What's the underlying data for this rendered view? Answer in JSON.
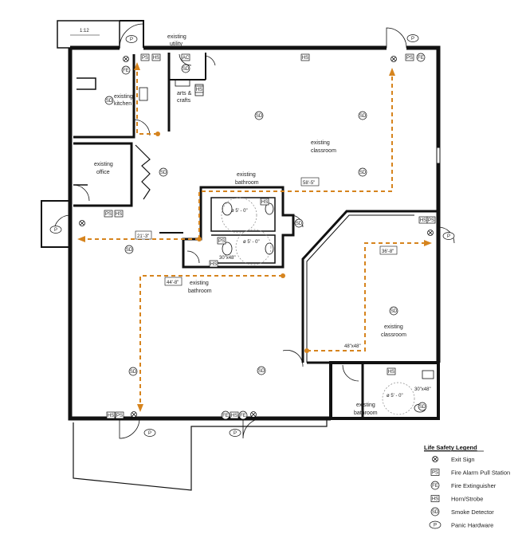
{
  "scale": "1:12",
  "rooms": {
    "utility": [
      "existing",
      "utility"
    ],
    "kitchen": [
      "existing",
      "kitchen"
    ],
    "arts": [
      "arts &",
      "crafts"
    ],
    "classroom1": [
      "existing",
      "classroom"
    ],
    "office": [
      "existing",
      "office"
    ],
    "bathroom_top": [
      "existing",
      "bathroom"
    ],
    "bathroom_mid": [
      "existing",
      "bathroom"
    ],
    "classroom2": [
      "existing",
      "classroom"
    ],
    "bathroom_right": [
      "existing",
      "bathroom"
    ]
  },
  "dimensions": {
    "d1": "58'-5\"",
    "d2": "21'-3\"",
    "d3": "44'-8\"",
    "d4": "36'-8\"",
    "d5": "48\"x48\"",
    "clear1": "ø 5' - 0\"",
    "clear2": "ø 5' - 0\"",
    "clear3": "ø 5' - 0\"",
    "fix1": "30\"x48\"",
    "fix2": "30\"x48\""
  },
  "symbols": {
    "ps": "PS",
    "hs": "HS",
    "fe": "FE",
    "sd": "SD",
    "p": "P",
    "ac": "AC"
  },
  "legend": {
    "title": "Life Safety Legend",
    "items": [
      {
        "symbol": "exit",
        "label": "Exit Sign"
      },
      {
        "symbol": "PS",
        "label": "Fire Alarm Pull Station"
      },
      {
        "symbol": "FE",
        "label": "Fire Extinguisher"
      },
      {
        "symbol": "HS",
        "label": "Horn/Strobe"
      },
      {
        "symbol": "SD",
        "label": "Smoke Detector"
      },
      {
        "symbol": "P",
        "label": "Panic Hardware"
      }
    ]
  },
  "colors": {
    "egress": "#d6841e",
    "wall": "#111111"
  }
}
